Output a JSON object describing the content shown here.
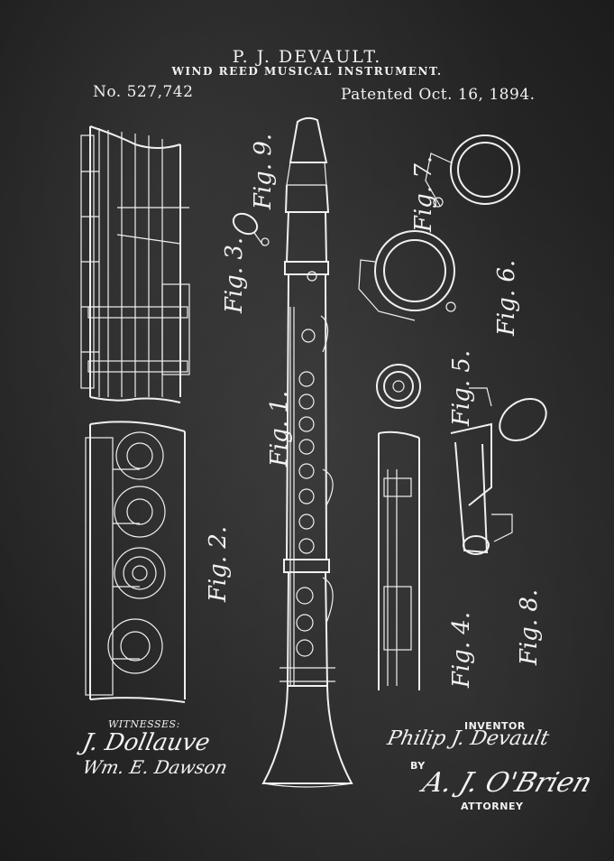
{
  "header": {
    "title": "P. J. DEVAULT.",
    "subtitle": "WIND REED MUSICAL INSTRUMENT.",
    "patent_number": "No. 527,742",
    "patent_date": "Patented Oct. 16, 1894."
  },
  "figures": {
    "fig1": "Fig. 1.",
    "fig2": "Fig. 2.",
    "fig3": "Fig. 3.",
    "fig4": "Fig. 4.",
    "fig5": "Fig. 5.",
    "fig6": "Fig. 6.",
    "fig7": "Fig. 7.",
    "fig8": "Fig. 8.",
    "fig9": "Fig. 9."
  },
  "footer": {
    "witnesses_label": "WITNESSES:",
    "witness_1": "J. Dollauve",
    "witness_2": "Wm. E. Dawson",
    "inventor_label": "INVENTOR",
    "inventor_signature": "Philip J. Devault",
    "by_label": "BY",
    "attorney_signature": "A. J. O'Brien",
    "attorney_label": "ATTORNEY"
  },
  "colors": {
    "background": "#2a2a2a",
    "ink": "#f0f0f0"
  }
}
